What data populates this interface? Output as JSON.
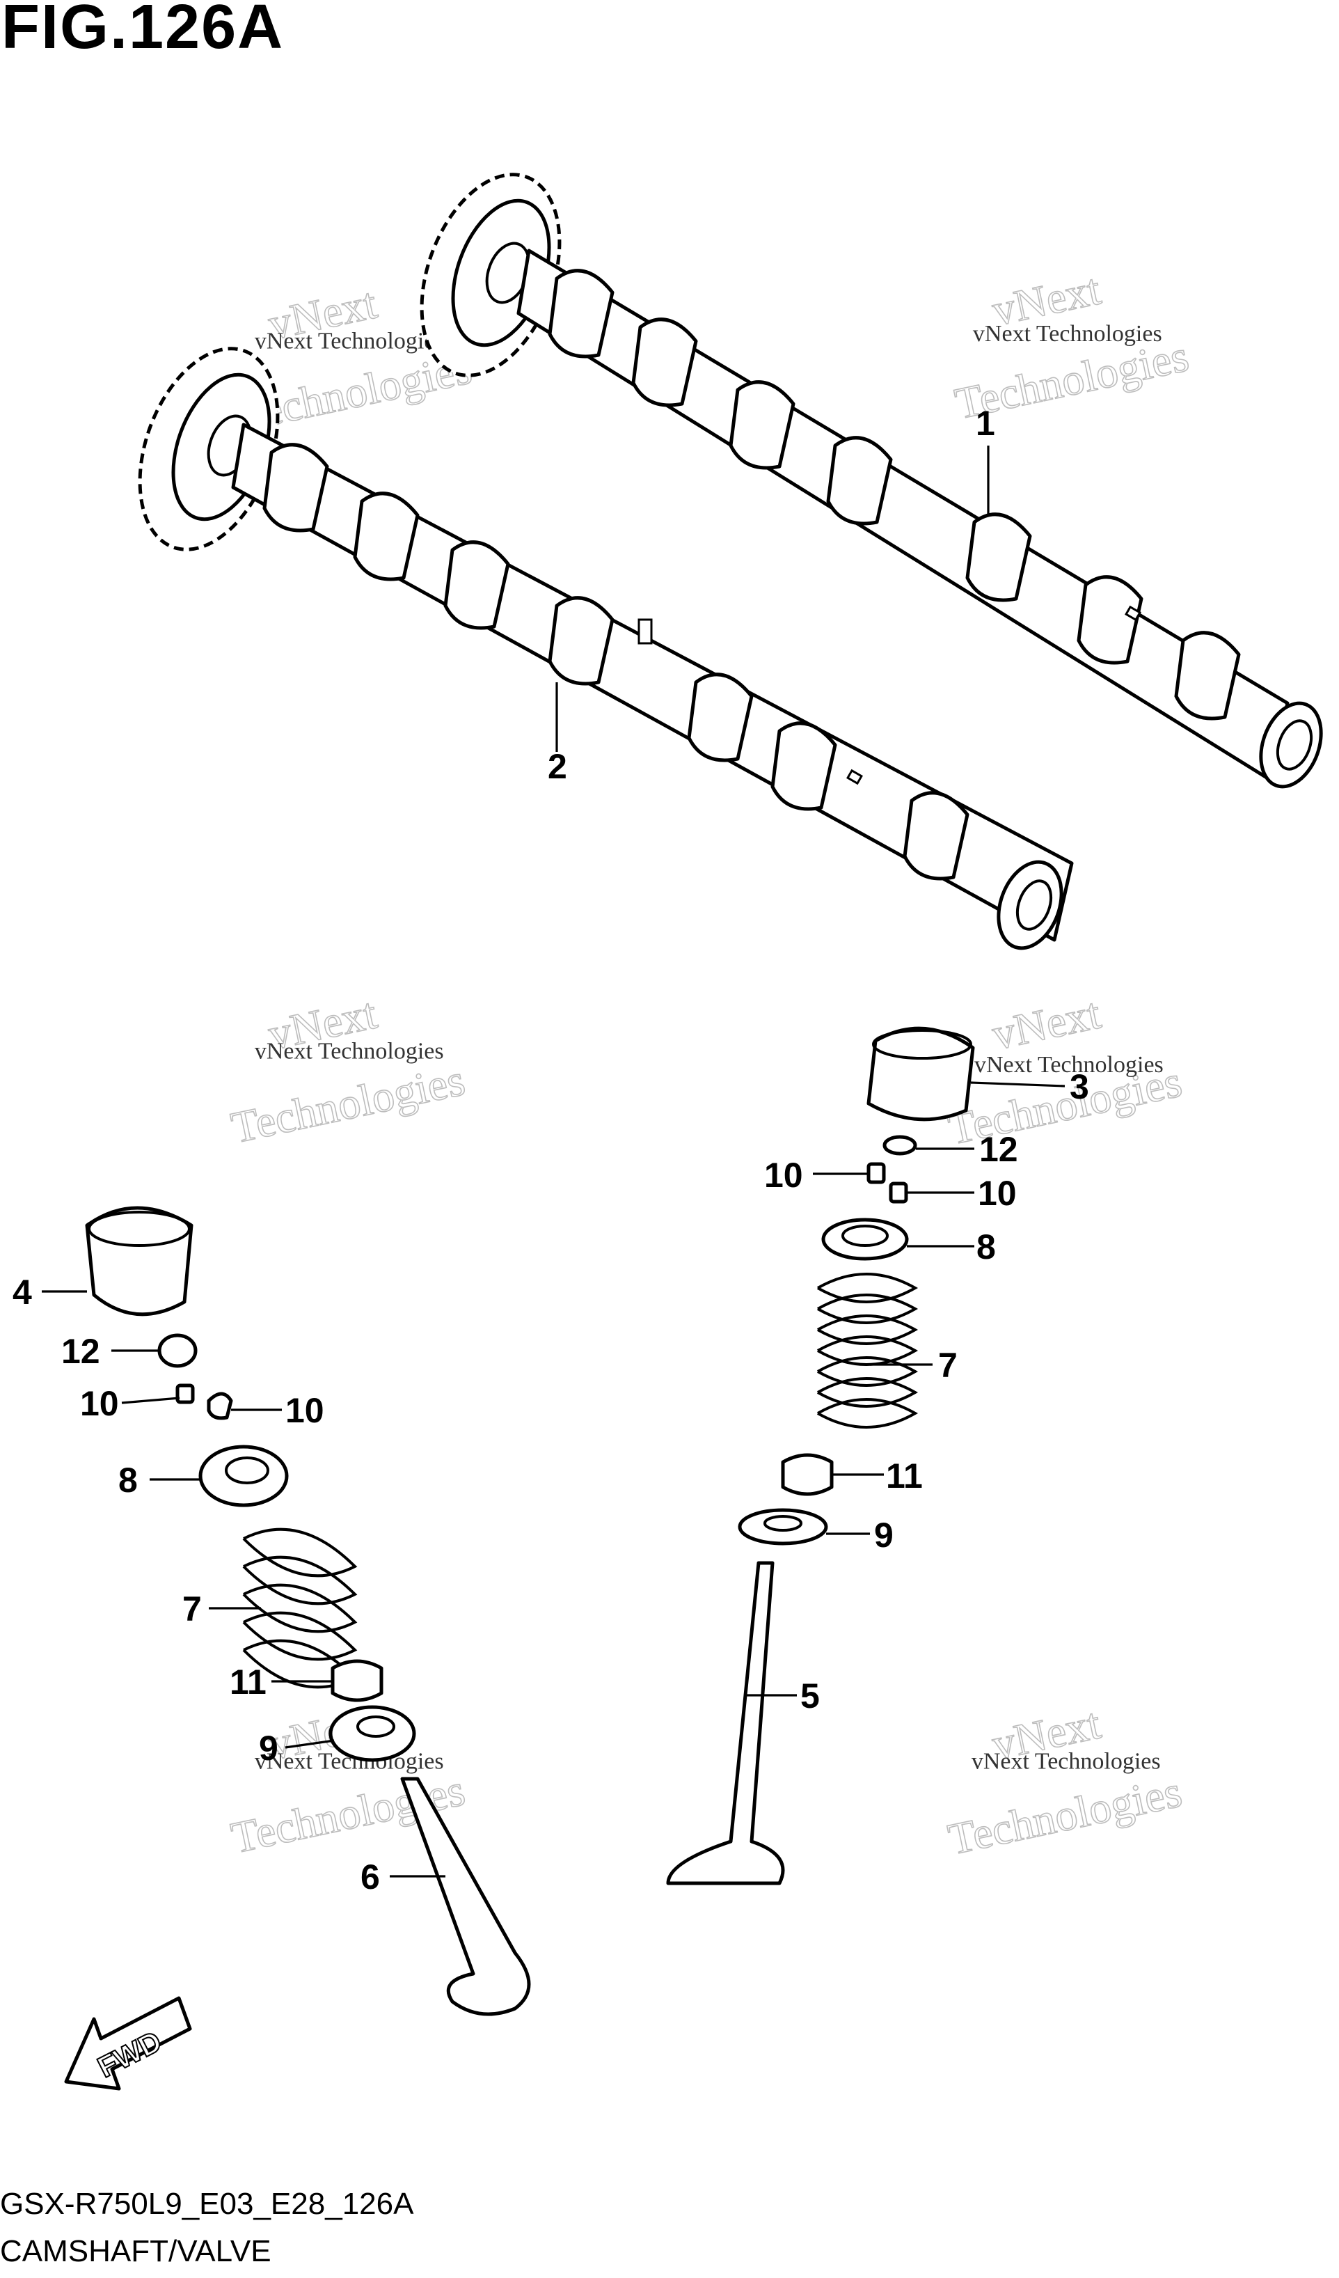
{
  "figure": {
    "title": "FIG.126A",
    "code": "GSX-R750L9_E03_E28_126A",
    "subtitle": "CAMSHAFT/VALVE"
  },
  "watermark": {
    "line1": "vNext Technologies",
    "line2": "vNext",
    "line3": "Technologies"
  },
  "callouts": [
    {
      "id": "c1",
      "label": "1"
    },
    {
      "id": "c2",
      "label": "2"
    },
    {
      "id": "c3",
      "label": "3"
    },
    {
      "id": "c12r",
      "label": "12"
    },
    {
      "id": "c10ra",
      "label": "10"
    },
    {
      "id": "c10rb",
      "label": "10"
    },
    {
      "id": "c8r",
      "label": "8"
    },
    {
      "id": "c7r",
      "label": "7"
    },
    {
      "id": "c11r",
      "label": "11"
    },
    {
      "id": "c9r",
      "label": "9"
    },
    {
      "id": "c5",
      "label": "5"
    },
    {
      "id": "c4",
      "label": "4"
    },
    {
      "id": "c12l",
      "label": "12"
    },
    {
      "id": "c10la",
      "label": "10"
    },
    {
      "id": "c10lb",
      "label": "10"
    },
    {
      "id": "c8l",
      "label": "8"
    },
    {
      "id": "c7l",
      "label": "7"
    },
    {
      "id": "c11l",
      "label": "11"
    },
    {
      "id": "c9l",
      "label": "9"
    },
    {
      "id": "c6",
      "label": "6"
    }
  ],
  "fwd_label": "FWD"
}
